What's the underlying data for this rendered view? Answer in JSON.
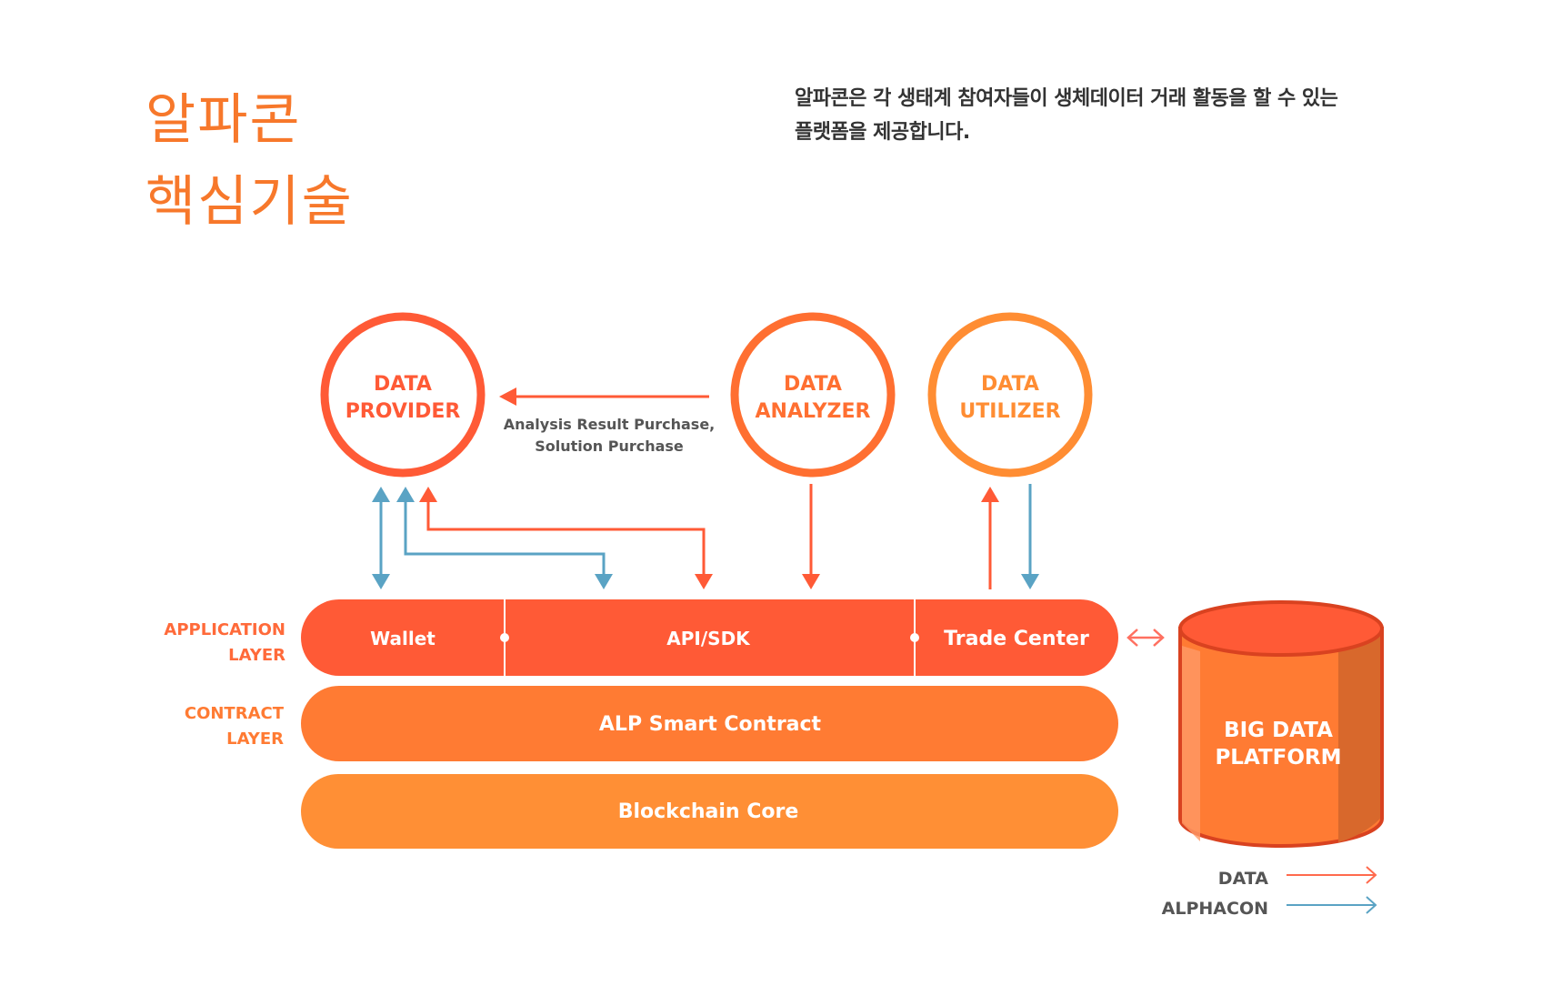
{
  "header": {
    "title_line1": "알파콘",
    "title_line2": "핵심기술",
    "description_line1": "알파콘은 각 생태계 참여자들이 생체데이터 거래 활동을 할 수 있는",
    "description_line2": "플랫폼을 제공합니다."
  },
  "diagram": {
    "actors": [
      {
        "line1": "DATA",
        "line2": "PROVIDER",
        "color": "#ff5a36"
      },
      {
        "line1": "DATA",
        "line2": "ANALYZER",
        "color": "#ff6f31"
      },
      {
        "line1": "DATA",
        "line2": "UTILIZER",
        "color": "#ff8d33"
      }
    ],
    "purchase_caption_line1": "Analysis Result Purchase,",
    "purchase_caption_line2": "Solution Purchase",
    "layer_labels": {
      "application_line1": "APPLICATION",
      "application_line2": "LAYER",
      "contract_line1": "CONTRACT",
      "contract_line2": "LAYER"
    },
    "application_layer": {
      "segments": [
        "Wallet",
        "API/SDK",
        "Trade Center"
      ],
      "color": "#ff5a36"
    },
    "contract_layer": {
      "label": "ALP Smart Contract",
      "color": "#ff7b33"
    },
    "core_layer": {
      "label": "Blockchain Core",
      "color": "#ff8f35"
    },
    "big_data": {
      "line1": "BIG DATA",
      "line2": "PLATFORM"
    },
    "legend": [
      {
        "label": "DATA",
        "color": "#ff6a4d"
      },
      {
        "label": "ALPHACON",
        "color": "#5aa3c4"
      }
    ],
    "colors": {
      "data_arrow": "#ff5a36",
      "alphacon_arrow": "#5aa3c4",
      "label_text": "#ff6a3a",
      "dark_text": "#555555"
    }
  }
}
